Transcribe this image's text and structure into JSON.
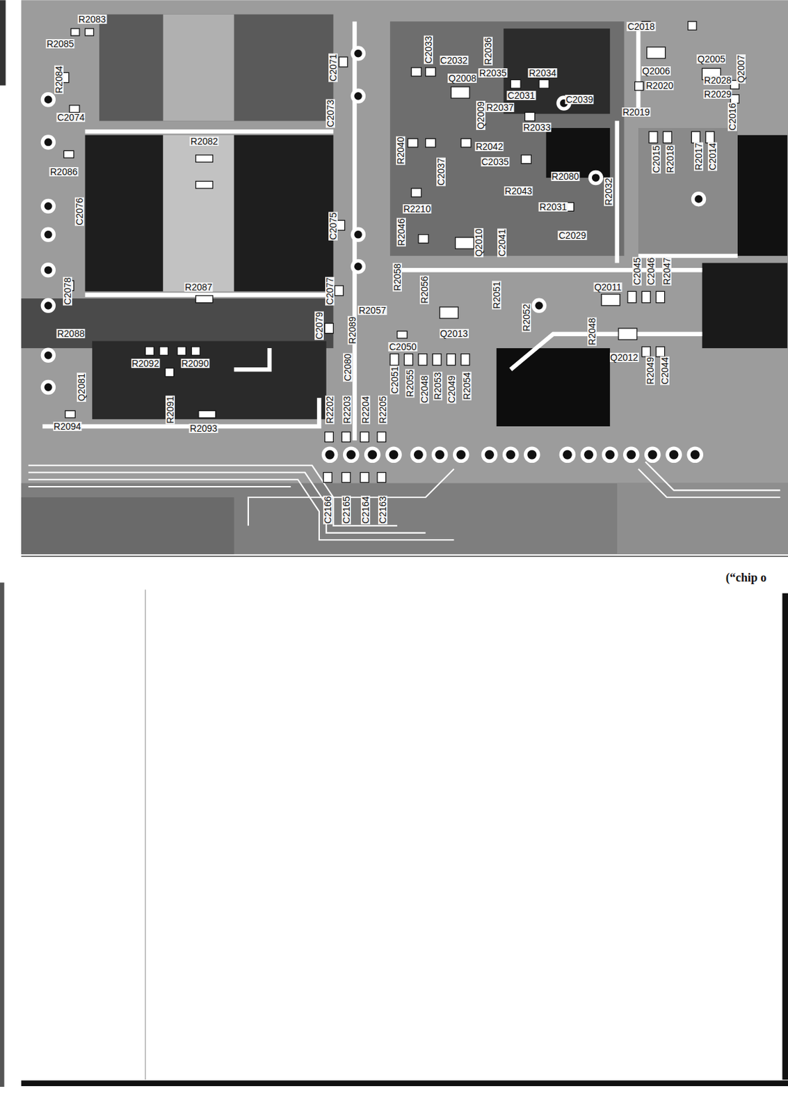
{
  "diagram": {
    "labels": [
      "R2083",
      "R2085",
      "R2084",
      "C2074",
      "R2082",
      "R2086",
      "C2076",
      "C2078",
      "R2087",
      "R2088",
      "R2092",
      "R2090",
      "R2091",
      "Q2081",
      "R2094",
      "R2093",
      "C2071",
      "C2073",
      "C2075",
      "C2077",
      "C2079",
      "R2089",
      "C2080",
      "R2057",
      "C2050",
      "Q2013",
      "R2058",
      "R2056",
      "R2051",
      "R2052",
      "C2051",
      "R2055",
      "C2048",
      "R2053",
      "C2049",
      "R2054",
      "R2202",
      "R2203",
      "R2204",
      "R2205",
      "C2166",
      "C2165",
      "C2164",
      "C2163",
      "C2033",
      "C2032",
      "Q2008",
      "R2035",
      "R2036",
      "R2034",
      "C2031",
      "R2037",
      "C2039",
      "Q2009",
      "R2033",
      "R2040",
      "R2042",
      "C2035",
      "C2037",
      "R2043",
      "R2080",
      "R2031",
      "C2029",
      "R2032",
      "R2210",
      "R2046",
      "Q2010",
      "C2041",
      "C2018",
      "Q2005",
      "Q2007",
      "Q2006",
      "R2020",
      "R2028",
      "R2029",
      "R2019",
      "C2016",
      "C2015",
      "R2018",
      "R2017",
      "C2014",
      "Q2011",
      "C2045",
      "C2046",
      "R2047",
      "R2048",
      "Q2012",
      "R2049",
      "C2044",
      "(“chip o"
    ]
  }
}
